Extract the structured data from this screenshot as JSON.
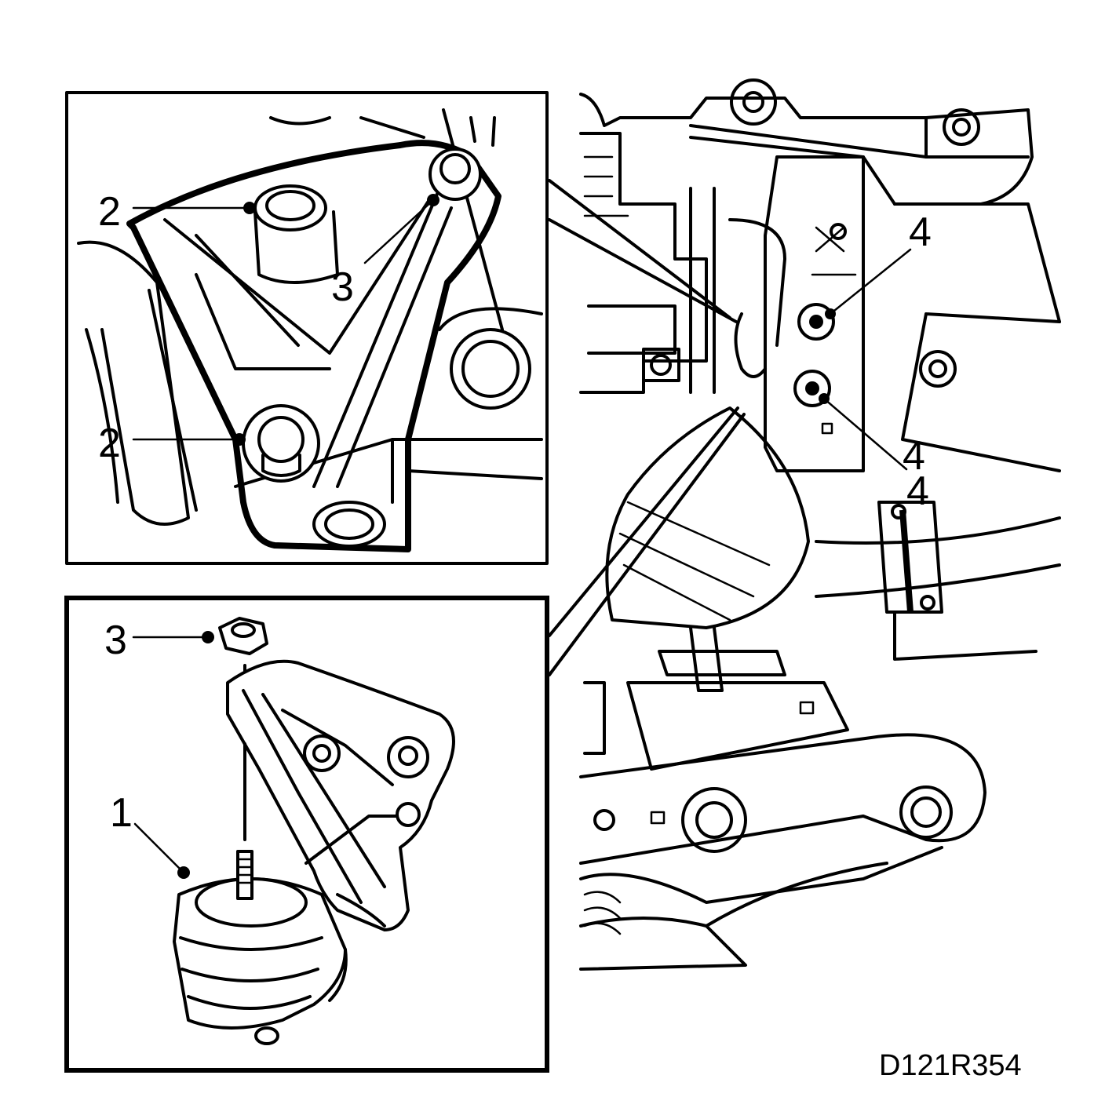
{
  "callouts": {
    "c1": "1",
    "c2a": "2",
    "c2b": "2",
    "c3a": "3",
    "c3b": "3",
    "c4a": "4",
    "c4b": "4",
    "c4c": "4"
  },
  "figure_code": "D121R354"
}
